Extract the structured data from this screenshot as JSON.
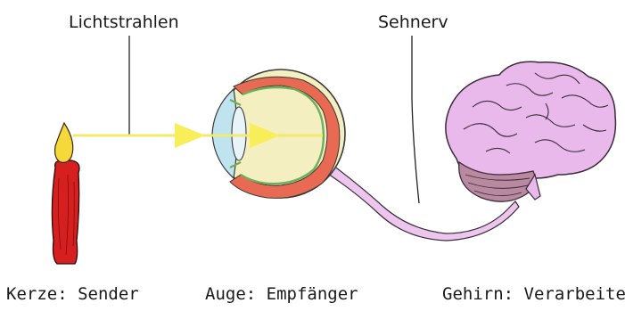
{
  "labels": {
    "rays": "Lichtstrahlen",
    "nerve": "Sehnerv"
  },
  "captions": {
    "candle": "Kerze: Sender",
    "eye": "Auge: Empfänger",
    "brain": "Gehirn: Verarbeitenn"
  },
  "colors": {
    "candle_body": "#d62020",
    "flame": "#f5d83a",
    "light_ray": "#f2ea6e",
    "arrowhead": "#f7ee5a",
    "eye_sclera": "#f3efc0",
    "eye_choroid": "#e86a52",
    "eye_retina": "#6fae5a",
    "cornea": "#bfe4f0",
    "optic_nerve": "#ecc6ec",
    "brain": "#e9b9ec",
    "cerebellum": "#b98a9f"
  }
}
